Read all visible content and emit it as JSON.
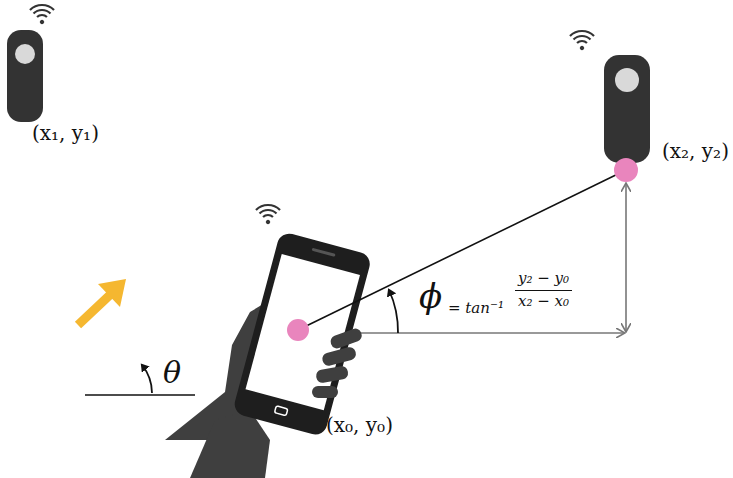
{
  "diagram": {
    "labels": [
      "(x₁, y₁)",
      "(x₂, y₂)",
      "ϕ",
      "= tan⁻¹",
      "y₂ − y₀",
      "x₂ − x₀",
      "θ",
      "(x₀, y₀)"
    ]
  }
}
